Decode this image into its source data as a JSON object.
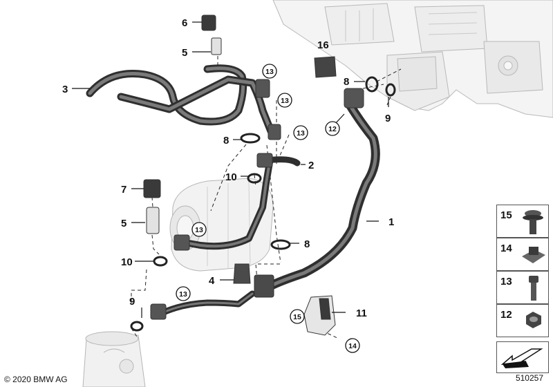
{
  "diagram": {
    "callouts": [
      "6",
      "5",
      "3",
      "16",
      "8",
      "9",
      "12",
      "13",
      "13",
      "13",
      "13",
      "8",
      "2",
      "10",
      "7",
      "5",
      "1",
      "8",
      "10",
      "4",
      "9",
      "13",
      "11",
      "15",
      "14"
    ],
    "legend": [
      "15",
      "14",
      "13",
      "12"
    ],
    "copyright": "© 2020 BMW AG",
    "diagram_number": "510257"
  }
}
